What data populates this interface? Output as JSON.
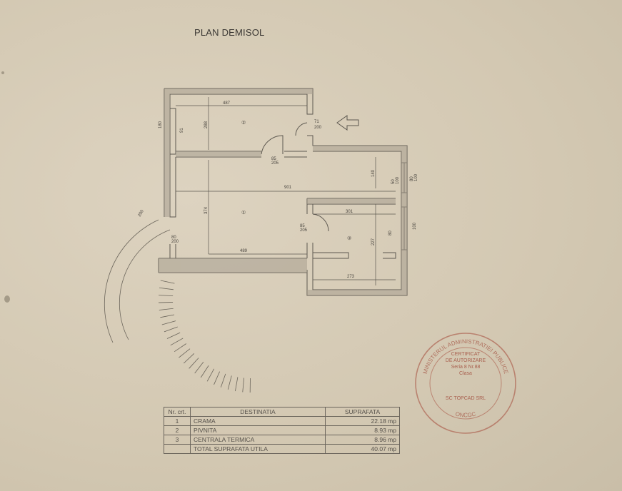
{
  "title": "PLAN DEMISOL",
  "rooms": [
    {
      "number": "①"
    },
    {
      "number": "②"
    },
    {
      "number": "③"
    }
  ],
  "dimensions": {
    "room2_width": "487",
    "room2_height": "288",
    "room2_side_label": "91",
    "room2_side_value": "180",
    "entry_label": "71",
    "entry_value": "200",
    "door2_label": "85",
    "door2_value": "205",
    "room1_width": "901",
    "room1_height": "374",
    "room1_bottom": "489",
    "room1_upper": "140",
    "room1_window_label": "50",
    "room1_window_value": "100",
    "right_top_label": "80",
    "right_top_value": "100",
    "left_door_label": "80",
    "left_door_value": "200",
    "stairs_label": "200",
    "door1_label": "85",
    "door1_value": "205",
    "room3_width": "301",
    "room3_height": "227",
    "room3_bottom": "273",
    "room3_window_label": "80",
    "room3_window_value": "100"
  },
  "table": {
    "headers": [
      "Nr. crt.",
      "DESTINATIA",
      "SUPRAFATA"
    ],
    "rows": [
      {
        "nr": "1",
        "name": "CRAMA",
        "area": "22.18 mp"
      },
      {
        "nr": "2",
        "name": "PIVNITA",
        "area": "8.93 mp"
      },
      {
        "nr": "3",
        "name": "CENTRALA TERMICA",
        "area": "8.96 mp"
      }
    ],
    "total_label": "TOTAL SUPRAFATA UTILA",
    "total_value": "40.07 mp"
  },
  "stamp": {
    "ring_text": "MINISTERUL ADMINISTRATIEI PUBLICE",
    "line1": "CERTIFICAT",
    "line2": "DE AUTORIZARE",
    "line3": "Seria 8 Nr.88",
    "line4": "Clasa",
    "company": "SC TOPCAD SRL",
    "bottom": "ONCGC",
    "color": "#a9604f"
  }
}
